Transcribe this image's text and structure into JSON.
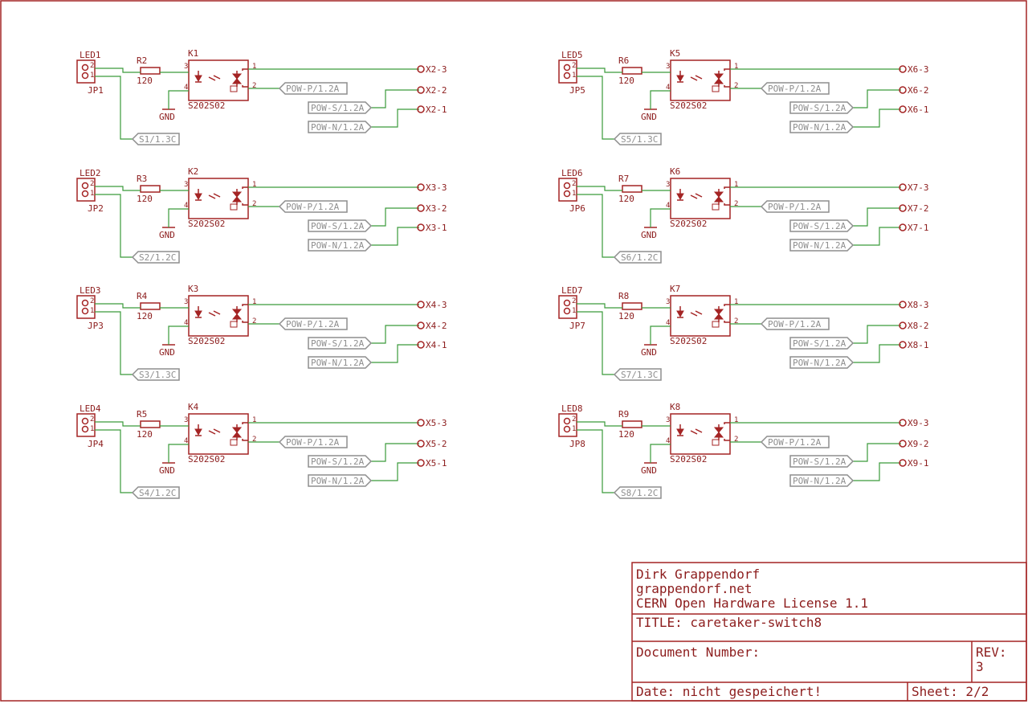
{
  "colors": {
    "component": "#a42424",
    "component_text": "#8c1c1c",
    "wire": "#3a9a3a",
    "net_label": "#8e8e8e",
    "background": "#ffffff"
  },
  "channels": [
    {
      "led": "LED1",
      "jp": "JP1",
      "r": "R2",
      "rval": "120",
      "k": "K1",
      "part": "S202S02",
      "gnd": "GND",
      "pin2": "2",
      "pin1": "1",
      "pins": [
        "3",
        "4",
        "1",
        "2"
      ],
      "s": "S1/1.3C",
      "pwr": "POW-P/1.2A",
      "pws": "POW-S/1.2A",
      "pwn": "POW-N/1.2A",
      "x3": "X2-3",
      "x2": "X2-2",
      "x1": "X2-1"
    },
    {
      "led": "LED2",
      "jp": "JP2",
      "r": "R3",
      "rval": "120",
      "k": "K2",
      "part": "S202S02",
      "gnd": "GND",
      "pin2": "2",
      "pin1": "1",
      "pins": [
        "3",
        "4",
        "1",
        "2"
      ],
      "s": "S2/1.2C",
      "pwr": "POW-P/1.2A",
      "pws": "POW-S/1.2A",
      "pwn": "POW-N/1.2A",
      "x3": "X3-3",
      "x2": "X3-2",
      "x1": "X3-1"
    },
    {
      "led": "LED3",
      "jp": "JP3",
      "r": "R4",
      "rval": "120",
      "k": "K3",
      "part": "S202S02",
      "gnd": "GND",
      "pin2": "2",
      "pin1": "1",
      "pins": [
        "3",
        "4",
        "1",
        "2"
      ],
      "s": "S3/1.3C",
      "pwr": "POW-P/1.2A",
      "pws": "POW-S/1.2A",
      "pwn": "POW-N/1.2A",
      "x3": "X4-3",
      "x2": "X4-2",
      "x1": "X4-1"
    },
    {
      "led": "LED4",
      "jp": "JP4",
      "r": "R5",
      "rval": "120",
      "k": "K4",
      "part": "S202S02",
      "gnd": "GND",
      "pin2": "2",
      "pin1": "1",
      "pins": [
        "3",
        "4",
        "1",
        "2"
      ],
      "s": "S4/1.2C",
      "pwr": "POW-P/1.2A",
      "pws": "POW-S/1.2A",
      "pwn": "POW-N/1.2A",
      "x3": "X5-3",
      "x2": "X5-2",
      "x1": "X5-1"
    },
    {
      "led": "LED5",
      "jp": "JP5",
      "r": "R6",
      "rval": "120",
      "k": "K5",
      "part": "S202S02",
      "gnd": "GND",
      "pin2": "2",
      "pin1": "1",
      "pins": [
        "3",
        "4",
        "1",
        "2"
      ],
      "s": "S5/1.3C",
      "pwr": "POW-P/1.2A",
      "pws": "POW-S/1.2A",
      "pwn": "POW-N/1.2A",
      "x3": "X6-3",
      "x2": "X6-2",
      "x1": "X6-1"
    },
    {
      "led": "LED6",
      "jp": "JP6",
      "r": "R7",
      "rval": "120",
      "k": "K6",
      "part": "S202S02",
      "gnd": "GND",
      "pin2": "2",
      "pin1": "1",
      "pins": [
        "3",
        "4",
        "1",
        "2"
      ],
      "s": "S6/1.2C",
      "pwr": "POW-P/1.2A",
      "pws": "POW-S/1.2A",
      "pwn": "POW-N/1.2A",
      "x3": "X7-3",
      "x2": "X7-2",
      "x1": "X7-1"
    },
    {
      "led": "LED7",
      "jp": "JP7",
      "r": "R8",
      "rval": "120",
      "k": "K7",
      "part": "S202S02",
      "gnd": "GND",
      "pin2": "2",
      "pin1": "1",
      "pins": [
        "3",
        "4",
        "1",
        "2"
      ],
      "s": "S7/1.3C",
      "pwr": "POW-P/1.2A",
      "pws": "POW-S/1.2A",
      "pwn": "POW-N/1.2A",
      "x3": "X8-3",
      "x2": "X8-2",
      "x1": "X8-1"
    },
    {
      "led": "LED8",
      "jp": "JP8",
      "r": "R9",
      "rval": "120",
      "k": "K8",
      "part": "S202S02",
      "gnd": "GND",
      "pin2": "2",
      "pin1": "1",
      "pins": [
        "3",
        "4",
        "1",
        "2"
      ],
      "s": "S8/1.2C",
      "pwr": "POW-P/1.2A",
      "pws": "POW-S/1.2A",
      "pwn": "POW-N/1.2A",
      "x3": "X9-3",
      "x2": "X9-2",
      "x1": "X9-1"
    }
  ],
  "title_block": {
    "author": "Dirk Grappendorf",
    "website": "grappendorf.net",
    "license": "CERN Open Hardware License 1.1",
    "title": "TITLE:  caretaker-switch8",
    "document_number": "Document Number:",
    "rev_label": "REV:",
    "rev_value": "3",
    "date": "Date: nicht gespeichert!",
    "sheet": "Sheet: 2/2"
  }
}
